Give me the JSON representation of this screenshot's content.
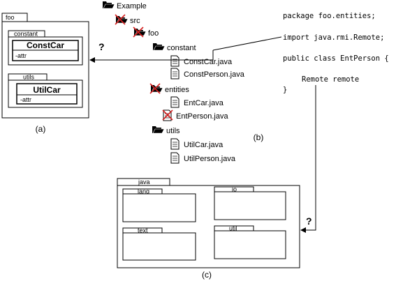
{
  "panel_a": {
    "package_tab": "foo",
    "constant_pkg": {
      "tab": "constant",
      "class_name": "ConstCar",
      "attr": "-attr"
    },
    "utils_pkg": {
      "tab": "utils",
      "class_name": "UtilCar",
      "attr": "-attr"
    },
    "caption": "(a)"
  },
  "panel_b": {
    "tree": [
      {
        "label": "Example",
        "kind": "folder",
        "crossed": false
      },
      {
        "label": "src",
        "kind": "folder",
        "crossed": true
      },
      {
        "label": "foo",
        "kind": "folder",
        "crossed": true
      },
      {
        "label": "constant",
        "kind": "folder",
        "crossed": false
      },
      {
        "label": "ConstCar.java",
        "kind": "file",
        "crossed": false
      },
      {
        "label": "ConstPerson.java",
        "kind": "file",
        "crossed": false
      },
      {
        "label": "entities",
        "kind": "folder",
        "crossed": true
      },
      {
        "label": "EntCar.java",
        "kind": "file",
        "crossed": false
      },
      {
        "label": "EntPerson.java",
        "kind": "file",
        "crossed": true
      },
      {
        "label": "utils",
        "kind": "folder",
        "crossed": false
      },
      {
        "label": "UtilCar.java",
        "kind": "file",
        "crossed": false
      },
      {
        "label": "UtilPerson.java",
        "kind": "file",
        "crossed": false
      }
    ],
    "caption": "(b)",
    "question_mark": "?"
  },
  "code": {
    "lines": [
      "package foo.entities;",
      "import java.rmi.Remote;",
      "public class EntPerson {",
      "Remote remote",
      "}"
    ]
  },
  "panel_c": {
    "package_tab": "java",
    "subpackages": [
      "lang",
      "io",
      "text",
      "util"
    ],
    "caption": "(c)",
    "question_mark": "?"
  },
  "colors": {
    "stroke": "#000000",
    "cross": "#d62020"
  }
}
